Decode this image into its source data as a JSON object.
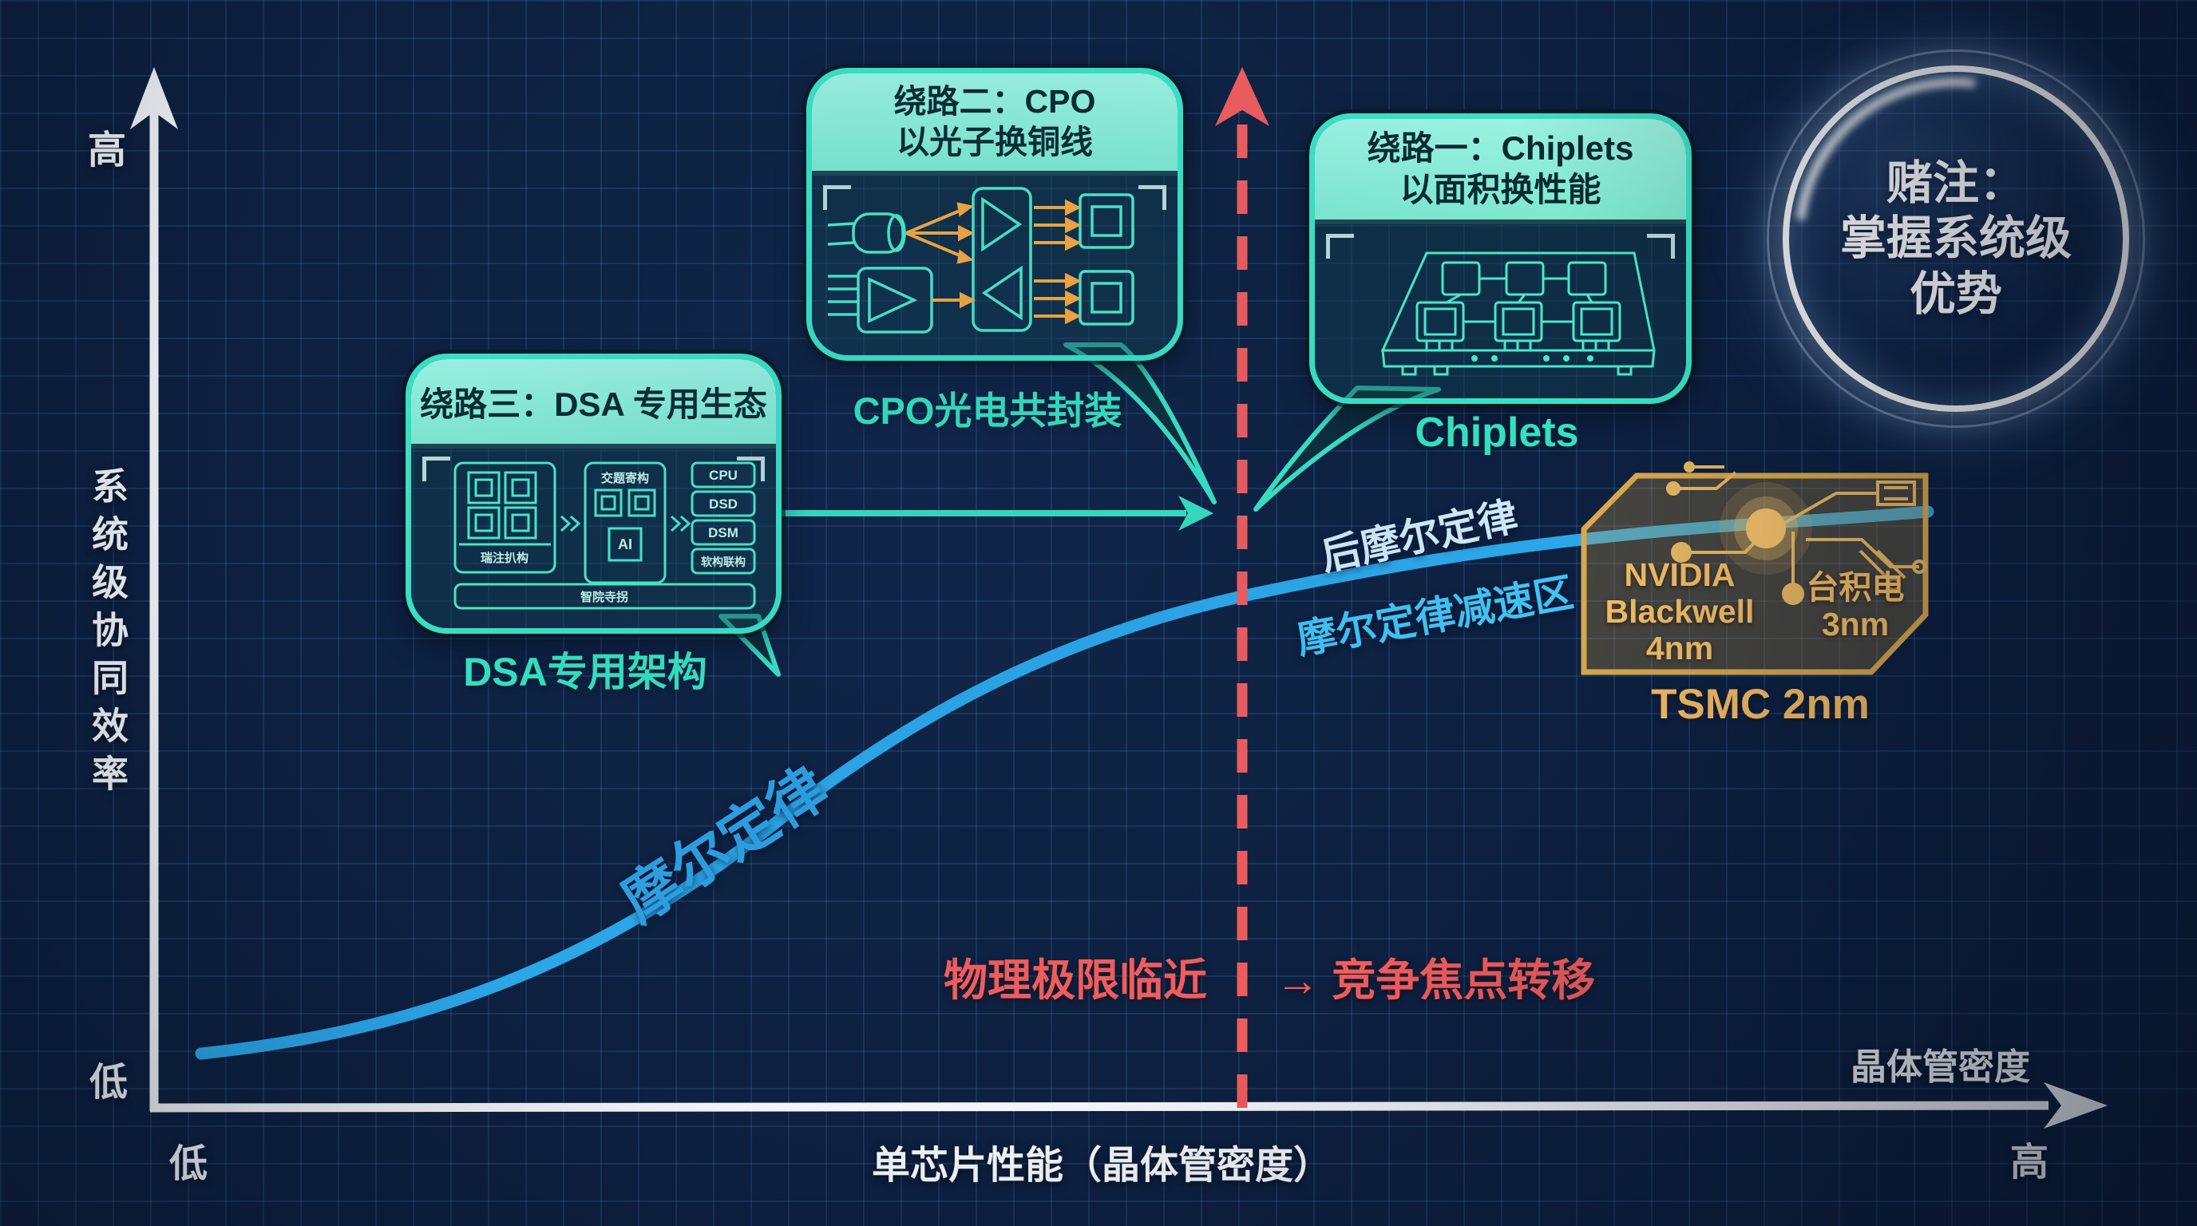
{
  "axes": {
    "y_title": "系统级协同效率",
    "y_high": "高",
    "y_low": "低",
    "x_title": "单芯片性能（晶体管密度）",
    "x_low": "低",
    "x_high": "高",
    "x_arrow_label": "晶体管密度"
  },
  "curve": {
    "moore_label": "摩尔定律",
    "post_moore_label": "后摩尔定律",
    "slowdown_label": "摩尔定律减速区"
  },
  "threshold": {
    "left_text": "物理极限临近",
    "arrow": "→",
    "right_text": "竞争焦点转移"
  },
  "callouts": {
    "dsa": {
      "title": "绕路三：DSA 专用生态",
      "caption": "DSA专用架构",
      "diagram": {
        "left_label": "瑞注扒构",
        "mid_label": "交题寄构",
        "ai_chip": "AI",
        "stack": [
          "CPU",
          "DSD",
          "DSM",
          "软构联构"
        ],
        "bottom_label": "智院寺拐"
      }
    },
    "cpo": {
      "title_line1": "绕路二：CPO",
      "title_line2": "以光子换铜线",
      "caption": "CPO光电共封装"
    },
    "chiplets": {
      "title_line1": "绕路一：Chiplets",
      "title_line2": "以面积换性能",
      "caption": "Chiplets"
    }
  },
  "process_chip": {
    "left_lines": [
      "NVIDIA",
      "Blackwell",
      "4nm"
    ],
    "right_lines": [
      "台积电",
      "3nm"
    ],
    "caption": "TSMC 2nm"
  },
  "badge": {
    "lines": [
      "赌注：",
      "掌握系统级",
      "优势"
    ]
  },
  "colors": {
    "background": "#0d2040",
    "grid": "#2a527e",
    "teal": "#38e2c5",
    "mint_header": "#8deeda",
    "curve_blue": "#2ba7e8",
    "moore_blue": "#2d9fe2",
    "post_moore": "#cfe9f7",
    "slowdown": "#40c2f2",
    "red": "#f15d5d",
    "gold": "#f3bd67",
    "white": "#f2f6fa"
  },
  "chart_data": {
    "type": "line",
    "x_axis_label": "单芯片性能（晶体管密度）",
    "y_axis_label": "系统级协同效率",
    "x_range_labels": [
      "低",
      "高"
    ],
    "y_range_labels": [
      "低",
      "高"
    ],
    "series": [
      {
        "name": "摩尔定律",
        "shape": "S-curve: rises steeply then flattens (diminishing returns)",
        "points_norm": [
          [
            0.02,
            0.05
          ],
          [
            0.25,
            0.12
          ],
          [
            0.35,
            0.23
          ],
          [
            0.45,
            0.37
          ],
          [
            0.55,
            0.46
          ],
          [
            0.65,
            0.52
          ],
          [
            0.8,
            0.56
          ],
          [
            0.91,
            0.58
          ]
        ]
      }
    ],
    "annotations": [
      "物理极限临近 → 竞争焦点转移",
      "后摩尔定律",
      "摩尔定律减速区",
      "NVIDIA Blackwell 4nm",
      "台积电 3nm",
      "TSMC 2nm",
      "赌注：掌握系统级优势"
    ]
  }
}
